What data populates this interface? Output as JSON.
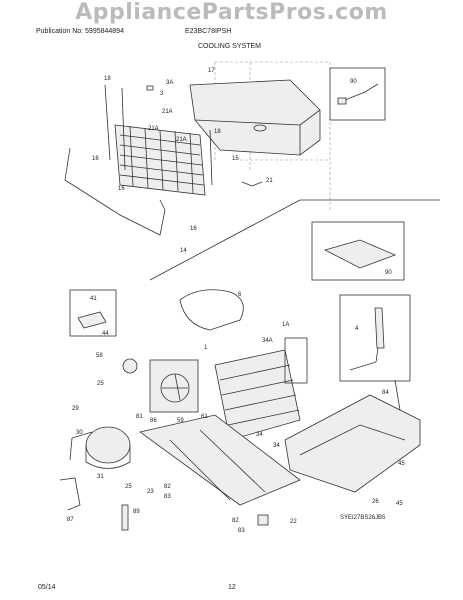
{
  "watermark": "AppliancePartsPros.com",
  "header": {
    "publication": "Publication No: 5995844894",
    "model": "E23BC78IPSH",
    "section": "COOLING SYSTEM"
  },
  "footer": {
    "date": "05/14",
    "page": "12"
  },
  "diagram_code": "SYEI27BS26JB5",
  "callouts": {
    "c17": "17",
    "c3a": "3A",
    "c3": "3",
    "c18": "18",
    "c21a1": "21A",
    "c21a2": "21A",
    "c21a3": "21A",
    "c18b": "18",
    "c15": "15",
    "c16a": "16",
    "c16b": "16",
    "c21": "21",
    "c16c": "16",
    "c14": "14",
    "c90": "90",
    "c90b": "90",
    "c6": "6",
    "c41": "41",
    "c44": "44",
    "c1a": "1A",
    "c34a": "34A",
    "c1": "1",
    "c4": "4",
    "c58": "58",
    "c25": "25",
    "c81": "81",
    "c86": "86",
    "c59": "59",
    "c34a2": "34",
    "c34b": "34",
    "c61": "61",
    "c84": "84",
    "c29": "29",
    "c30": "30",
    "c31": "31",
    "c25b": "25",
    "c23": "23",
    "c82": "82",
    "c83": "83",
    "c22": "22",
    "c26": "26",
    "c45a": "45",
    "c45b": "45",
    "c87": "87",
    "c89": "89",
    "c82b": "82",
    "c83b": "83"
  }
}
